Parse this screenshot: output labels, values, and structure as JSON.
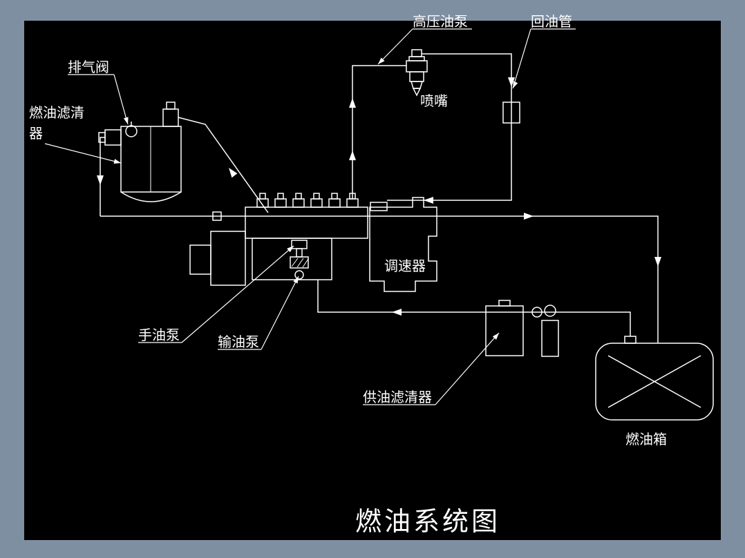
{
  "colors": {
    "frame_background": "#7E8FA2",
    "canvas_background": "#000000",
    "line": "#FFFFFF"
  },
  "labels": {
    "exhaust_valve": "排气阀",
    "fuel_filter_line1": "燃油滤清",
    "fuel_filter_line2": "器",
    "high_pressure_pump": "高压油泵",
    "return_pipe": "回油管",
    "injector_nozzle": "喷嘴",
    "governor": "调速器",
    "hand_pump": "手油泵",
    "fuel_transfer_pump": "输油泵",
    "supply_filter": "供油滤清器",
    "fuel_tank": "燃油箱"
  },
  "title": "燃油系统图"
}
